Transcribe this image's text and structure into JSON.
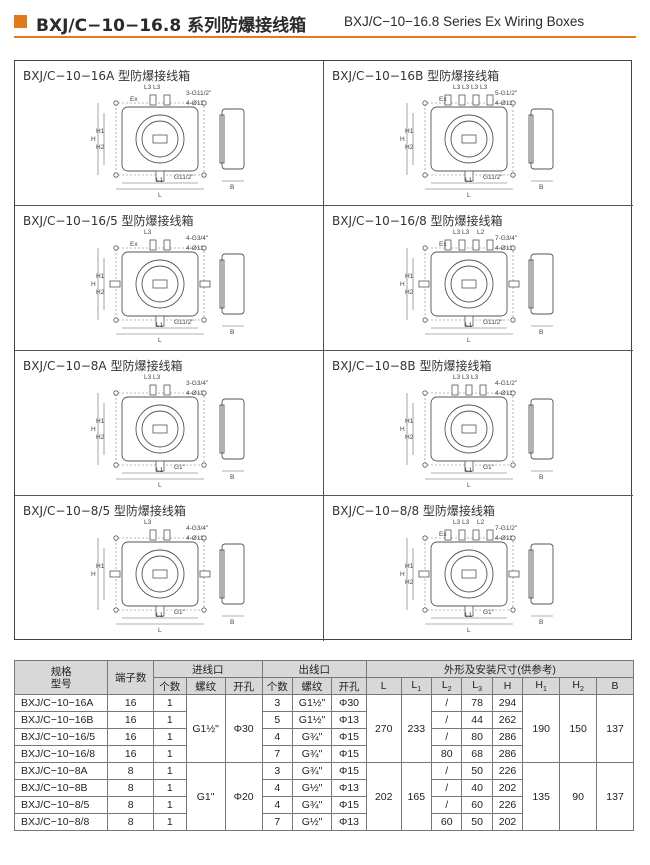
{
  "header": {
    "title_cn": "BXJ/C−10−16.8 系列防爆接线箱",
    "title_en": "BXJ/C−10−16.8 Series Ex Wiring Boxes"
  },
  "accent_color": "#e07a1c",
  "drawings": [
    {
      "title": "BXJ/C−10−16A 型防爆接线箱",
      "top_label": "3-G11/2\"",
      "hole_label": "4-Ø11",
      "bottom_label": "G11/2\"",
      "dims": [
        "L3",
        "L3",
        "H",
        "H1",
        "H2",
        "Ex",
        "L1",
        "L",
        "B"
      ]
    },
    {
      "title": "BXJ/C−10−16B 型防爆接线箱",
      "top_label": "5-G1/2\"",
      "hole_label": "4-Ø11",
      "bottom_label": "G11/2\"",
      "dims": [
        "L3",
        "L3",
        "L3",
        "L3",
        "H",
        "H1",
        "H2",
        "Ex",
        "L1",
        "L",
        "B"
      ]
    },
    {
      "title": "BXJ/C−10−16/5 型防爆接线箱",
      "top_label": "4-G3/4\"",
      "hole_label": "4-Ø11",
      "bottom_label": "G11/2\"",
      "dims": [
        "L3",
        "H",
        "H1",
        "H2",
        "Ex",
        "L1",
        "L",
        "B"
      ]
    },
    {
      "title": "BXJ/C−10−16/8 型防爆接线箱",
      "top_label": "7-G3/4\"",
      "hole_label": "4-Ø11",
      "bottom_label": "G11/2\"",
      "dims": [
        "L3",
        "L3",
        "L2",
        "H",
        "H1",
        "H2",
        "Ex",
        "L1",
        "L",
        "B"
      ]
    },
    {
      "title": "BXJ/C−10−8A 型防爆接线箱",
      "top_label": "3-G3/4\"",
      "hole_label": "4-Ø11",
      "bottom_label": "G1\"",
      "dims": [
        "L3",
        "L3",
        "H",
        "H1",
        "H2",
        "L1",
        "L",
        "B"
      ]
    },
    {
      "title": "BXJ/C−10−8B 型防爆接线箱",
      "top_label": "4-G1/2\"",
      "hole_label": "4-Ø11",
      "bottom_label": "G1\"",
      "dims": [
        "L3",
        "L3",
        "L3",
        "H",
        "H1",
        "H2",
        "L1",
        "L",
        "B"
      ]
    },
    {
      "title": "BXJ/C−10−8/5 型防爆接线箱",
      "top_label": "4-G3/4\"",
      "hole_label": "4-Ø11",
      "bottom_label": "G1\"",
      "dims": [
        "L3",
        "H",
        "H1",
        "L1",
        "L",
        "B"
      ]
    },
    {
      "title": "BXJ/C−10−8/8 型防爆接线箱",
      "top_label": "7-G1/2\"",
      "hole_label": "4-Ø11",
      "bottom_label": "G1\"",
      "dims": [
        "L3",
        "L3",
        "L2",
        "H",
        "H1",
        "H2",
        "Ex",
        "L1",
        "L",
        "B"
      ]
    }
  ],
  "table": {
    "h_model": "规格\n型号",
    "h_model_a": "规格",
    "h_model_b": "型号",
    "h_terminals": "端子数",
    "h_inlet": "进线口",
    "h_outlet": "出线口",
    "h_dims": "外形及安装尺寸(供参考)",
    "h_count": "个数",
    "h_thread": "螺纹",
    "h_hole": "开孔",
    "h_L": "L",
    "h_L1": "L",
    "h_L1_sub": "1",
    "h_L2": "L",
    "h_L2_sub": "2",
    "h_L3": "L",
    "h_L3_sub": "3",
    "h_H": "H",
    "h_H1": "H",
    "h_H1_sub": "1",
    "h_H2": "H",
    "h_H2_sub": "2",
    "h_B": "B",
    "rows": [
      {
        "model": "BXJ/C−10−16A",
        "terminals": "16",
        "in_count": "1",
        "out_count": "3",
        "out_thread": "G1½\"",
        "out_hole": "Φ30",
        "L2": "/",
        "L3": "78",
        "H": "294"
      },
      {
        "model": "BXJ/C−10−16B",
        "terminals": "16",
        "in_count": "1",
        "out_count": "5",
        "out_thread": "G1½\"",
        "out_hole": "Φ13",
        "L2": "/",
        "L3": "44",
        "H": "262"
      },
      {
        "model": "BXJ/C−10−16/5",
        "terminals": "16",
        "in_count": "1",
        "out_count": "4",
        "out_thread": "G¾\"",
        "out_hole": "Φ15",
        "L2": "/",
        "L3": "80",
        "H": "286"
      },
      {
        "model": "BXJ/C−10−16/8",
        "terminals": "16",
        "in_count": "1",
        "out_count": "7",
        "out_thread": "G¾\"",
        "out_hole": "Φ15",
        "L2": "80",
        "L3": "68",
        "H": "286"
      },
      {
        "model": "BXJ/C−10−8A",
        "terminals": "8",
        "in_count": "1",
        "out_count": "3",
        "out_thread": "G¾\"",
        "out_hole": "Φ15",
        "L2": "/",
        "L3": "50",
        "H": "226"
      },
      {
        "model": "BXJ/C−10−8B",
        "terminals": "8",
        "in_count": "1",
        "out_count": "4",
        "out_thread": "G½\"",
        "out_hole": "Φ13",
        "L2": "/",
        "L3": "40",
        "H": "202"
      },
      {
        "model": "BXJ/C−10−8/5",
        "terminals": "8",
        "in_count": "1",
        "out_count": "4",
        "out_thread": "G¾\"",
        "out_hole": "Φ15",
        "L2": "/",
        "L3": "60",
        "H": "226"
      },
      {
        "model": "BXJ/C−10−8/8",
        "terminals": "8",
        "in_count": "1",
        "out_count": "7",
        "out_thread": "G½\"",
        "out_hole": "Φ13",
        "L2": "60",
        "L3": "50",
        "H": "202"
      }
    ],
    "group16": {
      "in_thread": "G1½\"",
      "in_hole": "Φ30",
      "L": "270",
      "L1": "233",
      "H1": "190",
      "H2": "150",
      "B": "137"
    },
    "group8": {
      "in_thread": "G1\"",
      "in_hole": "Φ20",
      "L": "202",
      "L1": "165",
      "H1": "135",
      "H2": "90",
      "B": "137"
    }
  }
}
